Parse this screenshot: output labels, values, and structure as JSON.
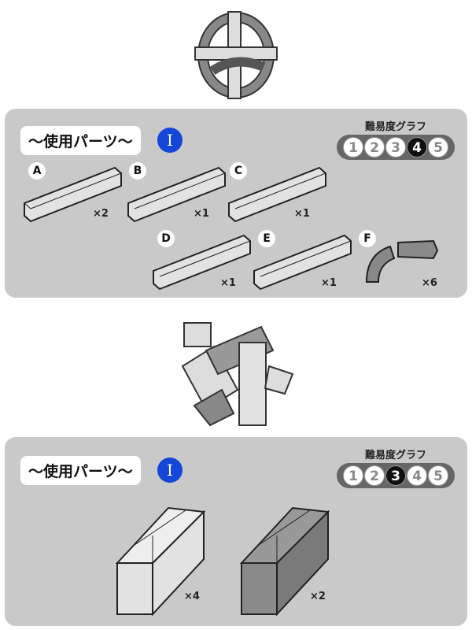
{
  "sections": [
    {
      "title": "～使用パーツ～",
      "mark": "I",
      "difficulty_label": "難易度グラフ",
      "levels": [
        "1",
        "2",
        "3",
        "4",
        "5"
      ],
      "selected_level": 4,
      "parts": [
        {
          "label": "A",
          "qty": "×2"
        },
        {
          "label": "B",
          "qty": "×1"
        },
        {
          "label": "C",
          "qty": "×1"
        },
        {
          "label": "D",
          "qty": "×1"
        },
        {
          "label": "E",
          "qty": "×1"
        },
        {
          "label": "F",
          "qty": "×6"
        }
      ]
    },
    {
      "title": "～使用パーツ～",
      "mark": "I",
      "difficulty_label": "難易度グラフ",
      "levels": [
        "1",
        "2",
        "3",
        "4",
        "5"
      ],
      "selected_level": 3,
      "parts": [
        {
          "qty": "×4"
        },
        {
          "qty": "×2"
        }
      ]
    }
  ],
  "colors": {
    "panel": "#c9c9c9",
    "mark": "#1447d8",
    "piece_light": "#e2e2e2",
    "piece_dark": "#8a8a8a"
  }
}
